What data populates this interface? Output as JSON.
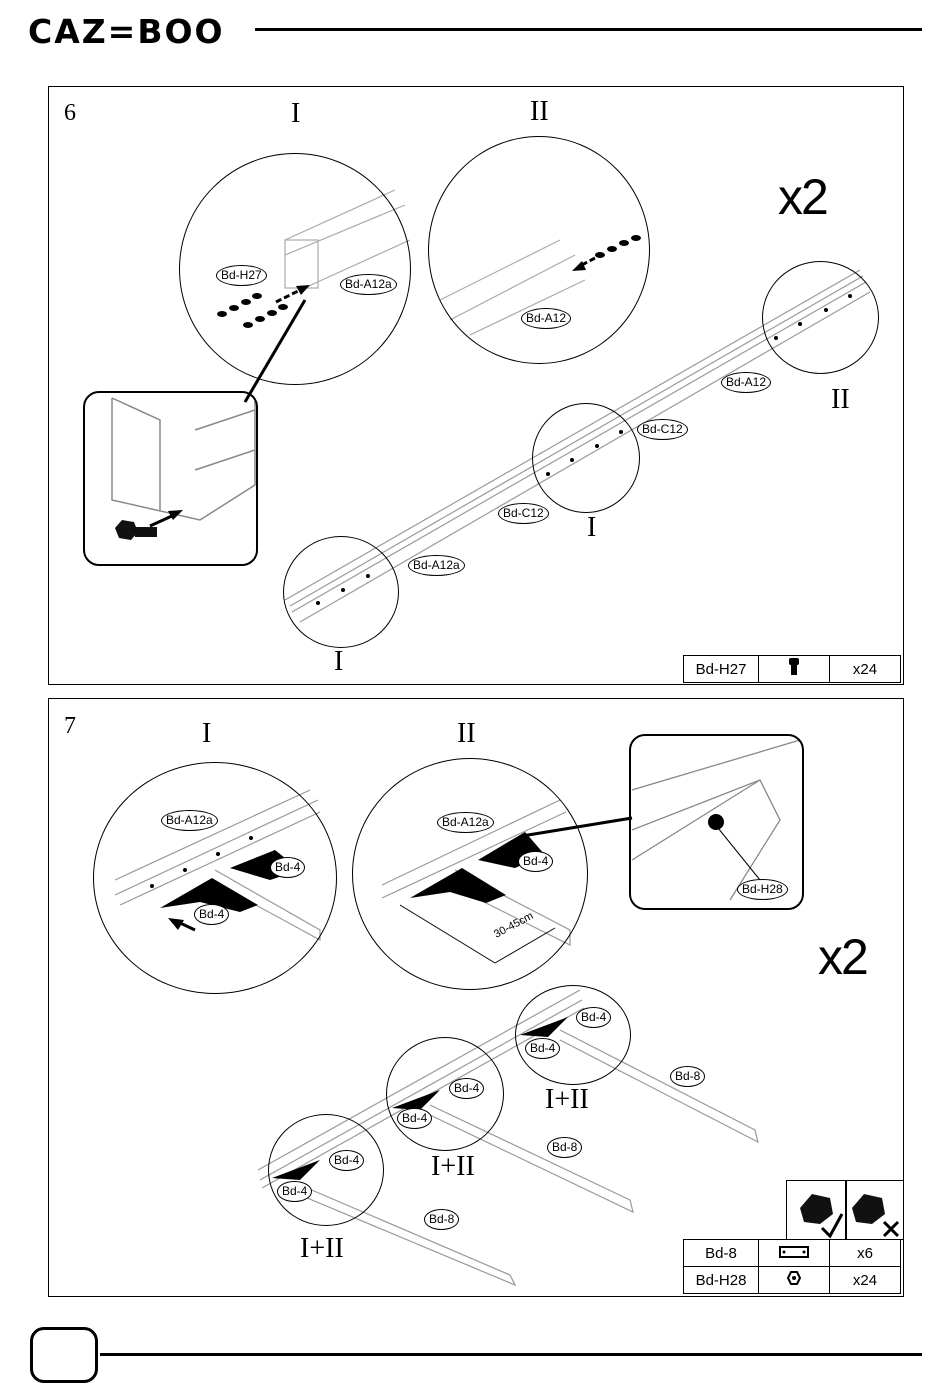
{
  "brand": "CAZ=BOO",
  "steps": [
    {
      "number": "6",
      "multiplier": "x2",
      "views": [
        "I",
        "II",
        "I",
        "II",
        "I"
      ],
      "labels": [
        "Bd-H27",
        "Bd-A12a",
        "Bd-A12",
        "Bd-A12",
        "Bd-C12",
        "Bd-C12",
        "Bd-A12a"
      ],
      "parts": [
        {
          "code": "Bd-H27",
          "icon": "screw-icon",
          "qty": "x24"
        }
      ]
    },
    {
      "number": "7",
      "multiplier": "x2",
      "views": [
        "I",
        "II",
        "I+II",
        "I+II",
        "I+II"
      ],
      "labels": [
        "Bd-A12a",
        "Bd-4",
        "Bd-4",
        "Bd-A12a",
        "Bd-4",
        "Bd-H28",
        "Bd-4",
        "Bd-4",
        "Bd-4",
        "Bd-4",
        "Bd-4",
        "Bd-4",
        "Bd-8",
        "Bd-8",
        "Bd-8"
      ],
      "dimension": "30-45cm",
      "parts": [
        {
          "code": "Bd-8",
          "icon": "rail-icon",
          "qty": "x6"
        },
        {
          "code": "Bd-H28",
          "icon": "nut-icon",
          "qty": "x24"
        }
      ]
    }
  ]
}
